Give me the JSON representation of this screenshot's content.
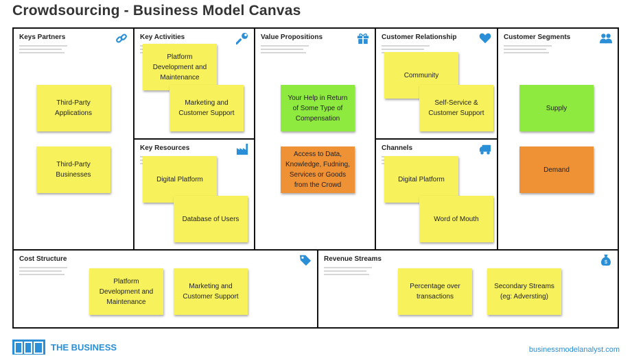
{
  "title": "Crowdsourcing - Business Model Canvas",
  "colors": {
    "accent": "#2a8fd6",
    "yellow": "#f7f25c",
    "green": "#8eea3f",
    "orange": "#ef9236",
    "border": "#111111"
  },
  "sections": {
    "key_partners": {
      "title": "Keys Partners",
      "icon": "link-icon",
      "notes": [
        "Third-Party Applications",
        "Third-Party Businesses"
      ]
    },
    "key_activities": {
      "title": "Key Activities",
      "icon": "wrench-icon",
      "notes": [
        "Platform Development and Maintenance",
        "Marketing and Customer Support"
      ]
    },
    "key_resources": {
      "title": "Key Resources",
      "icon": "factory-icon",
      "notes": [
        "Digital Platform",
        "Database of Users"
      ]
    },
    "value_propositions": {
      "title": "Value Propositions",
      "icon": "gift-icon",
      "notes": [
        "Your Help in Return of Some Type of Compensation",
        "Access to Data, Knowledge, Fudning, Services or Goods from the Crowd"
      ]
    },
    "customer_relationship": {
      "title": "Customer Relationship",
      "icon": "heart-icon",
      "notes": [
        "Community",
        "Self-Service & Customer Support"
      ]
    },
    "channels": {
      "title": "Channels",
      "icon": "truck-icon",
      "notes": [
        "Digital Platform",
        "Word of Mouth"
      ]
    },
    "customer_segments": {
      "title": "Customer Segments",
      "icon": "users-icon",
      "notes": [
        "Supply",
        "Demand"
      ]
    },
    "cost_structure": {
      "title": "Cost Structure",
      "icon": "tag-icon",
      "notes": [
        "Platform Development and Maintenance",
        "Marketing and Customer Support"
      ]
    },
    "revenue_streams": {
      "title": "Revenue Streams",
      "icon": "money-bag-icon",
      "notes": [
        "Percentage over transactions",
        "Secondary Streams (eg: Adversting)"
      ]
    }
  },
  "footer": {
    "logo_text": "THE BUSINESS",
    "website": "businessmodelanalyst.com"
  }
}
